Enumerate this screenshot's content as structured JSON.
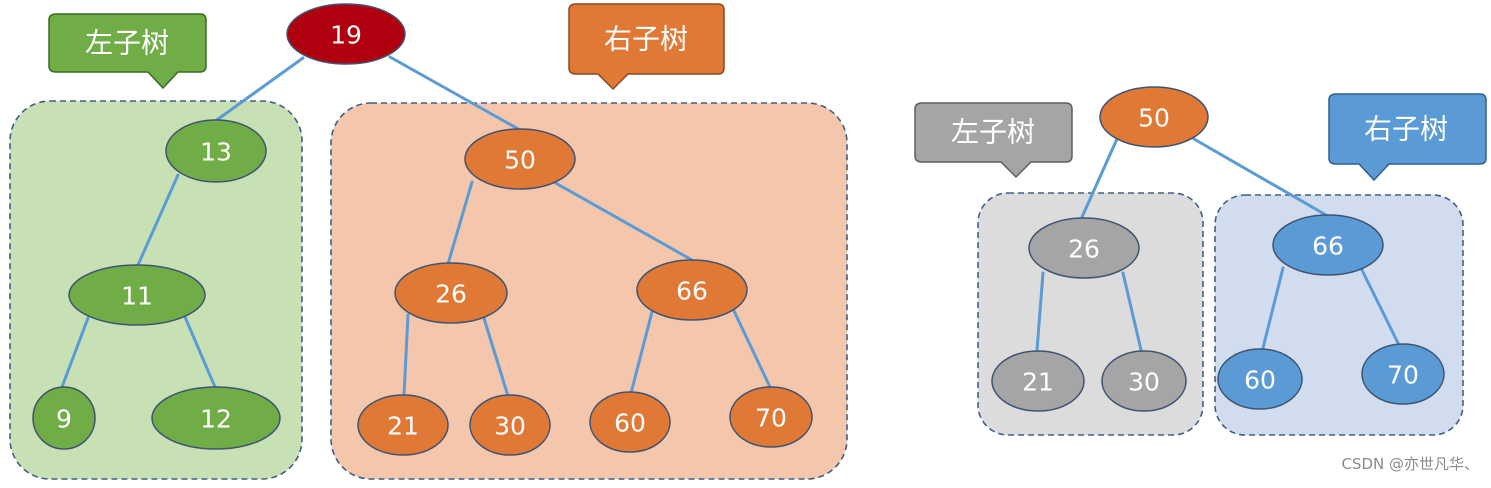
{
  "diagrams": [
    {
      "id": "tree-1",
      "root": {
        "value": "19",
        "color": "#b00010"
      },
      "left_callout": {
        "label": "左子树",
        "color": "#70ad47"
      },
      "right_callout": {
        "label": "右子树",
        "color": "#e07836"
      },
      "left_region_color": "#c7e1b5",
      "right_region_color": "#f4c6ac",
      "nodes": [
        {
          "id": "n19",
          "value": "19",
          "group": "root"
        },
        {
          "id": "n13",
          "value": "13",
          "group": "left",
          "parent": "n19"
        },
        {
          "id": "n11",
          "value": "11",
          "group": "left",
          "parent": "n13"
        },
        {
          "id": "n9",
          "value": "9",
          "group": "left",
          "parent": "n11"
        },
        {
          "id": "n12",
          "value": "12",
          "group": "left",
          "parent": "n11"
        },
        {
          "id": "n50",
          "value": "50",
          "group": "right",
          "parent": "n19"
        },
        {
          "id": "n26",
          "value": "26",
          "group": "right",
          "parent": "n50"
        },
        {
          "id": "n66",
          "value": "66",
          "group": "right",
          "parent": "n50"
        },
        {
          "id": "n21",
          "value": "21",
          "group": "right",
          "parent": "n26"
        },
        {
          "id": "n30",
          "value": "30",
          "group": "right",
          "parent": "n26"
        },
        {
          "id": "n60",
          "value": "60",
          "group": "right",
          "parent": "n66"
        },
        {
          "id": "n70",
          "value": "70",
          "group": "right",
          "parent": "n66"
        }
      ]
    },
    {
      "id": "tree-2",
      "root": {
        "value": "50",
        "color": "#e07836"
      },
      "left_callout": {
        "label": "左子树",
        "color": "#a5a5a5"
      },
      "right_callout": {
        "label": "右子树",
        "color": "#5b9bd5"
      },
      "left_region_color": "#dcdcdc",
      "right_region_color": "#d2dcef",
      "nodes": [
        {
          "id": "m50",
          "value": "50",
          "group": "root"
        },
        {
          "id": "m26",
          "value": "26",
          "group": "left",
          "parent": "m50"
        },
        {
          "id": "m21",
          "value": "21",
          "group": "left",
          "parent": "m26"
        },
        {
          "id": "m30",
          "value": "30",
          "group": "left",
          "parent": "m26"
        },
        {
          "id": "m66",
          "value": "66",
          "group": "right",
          "parent": "m50"
        },
        {
          "id": "m60",
          "value": "60",
          "group": "right",
          "parent": "m66"
        },
        {
          "id": "m70",
          "value": "70",
          "group": "right",
          "parent": "m66"
        }
      ]
    }
  ],
  "edge_color": "#5b9bd5",
  "node_colors": {
    "tree-1-left": "#70ad47",
    "tree-1-right": "#e07836",
    "tree-2-left": "#a5a5a5",
    "tree-2-right": "#5b9bd5"
  },
  "watermark": "CSDN @亦世凡华、"
}
